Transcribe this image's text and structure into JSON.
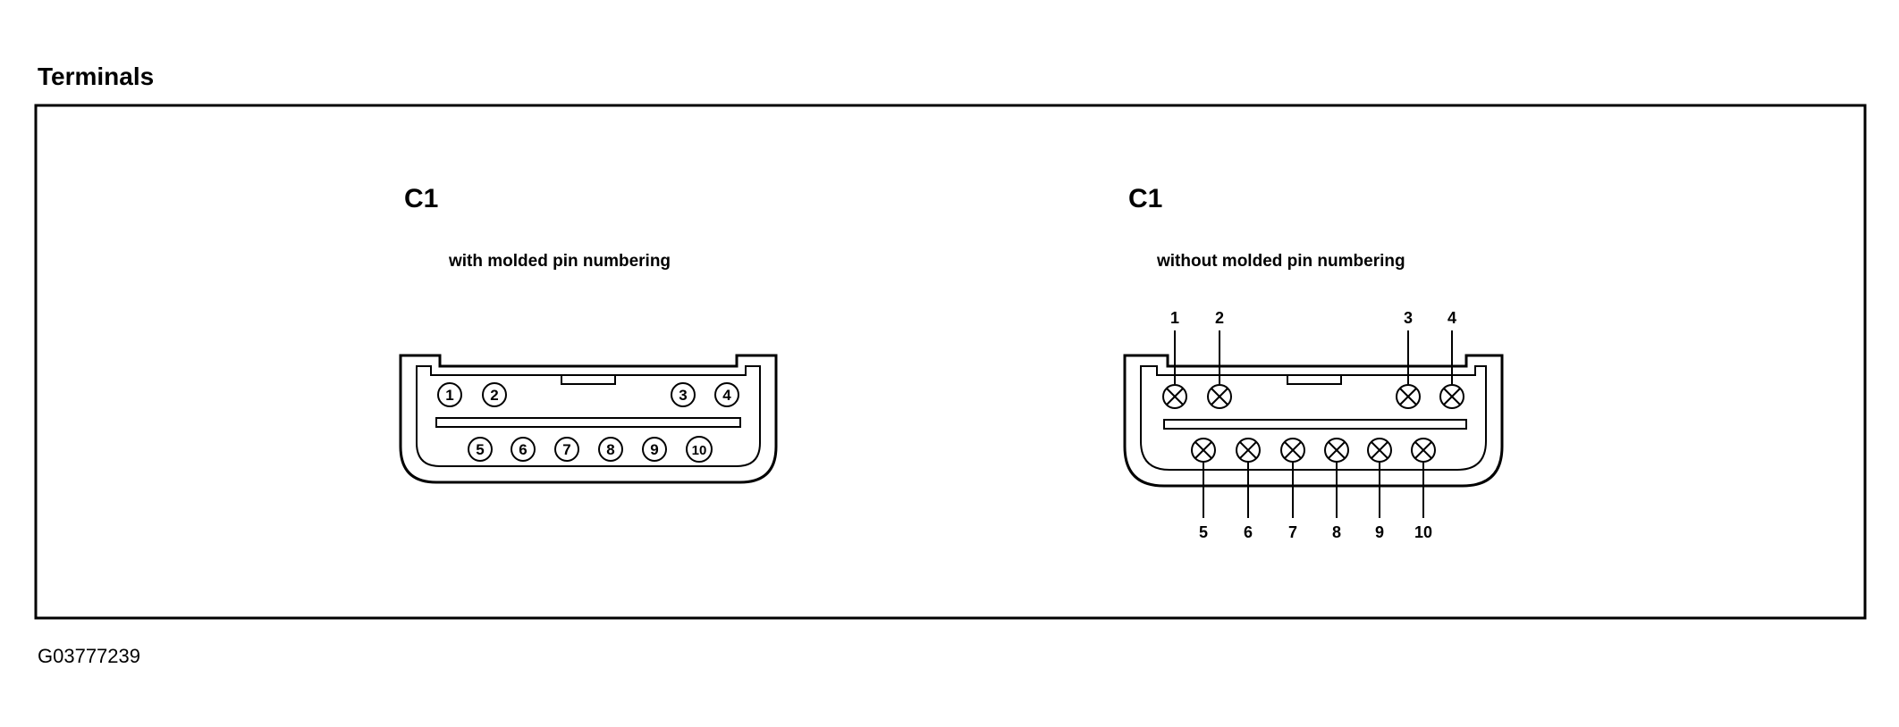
{
  "title": "Terminals",
  "figure_id": "G03777239",
  "connectors": [
    {
      "name": "C1",
      "subtitle": "with molded pin numbering",
      "pins_top": [
        "1",
        "2",
        "3",
        "4"
      ],
      "pins_bottom": [
        "5",
        "6",
        "7",
        "8",
        "9",
        "10"
      ]
    },
    {
      "name": "C1",
      "subtitle": "without molded pin numbering",
      "pins_top": [
        "1",
        "2",
        "3",
        "4"
      ],
      "pins_bottom": [
        "5",
        "6",
        "7",
        "8",
        "9",
        "10"
      ]
    }
  ]
}
